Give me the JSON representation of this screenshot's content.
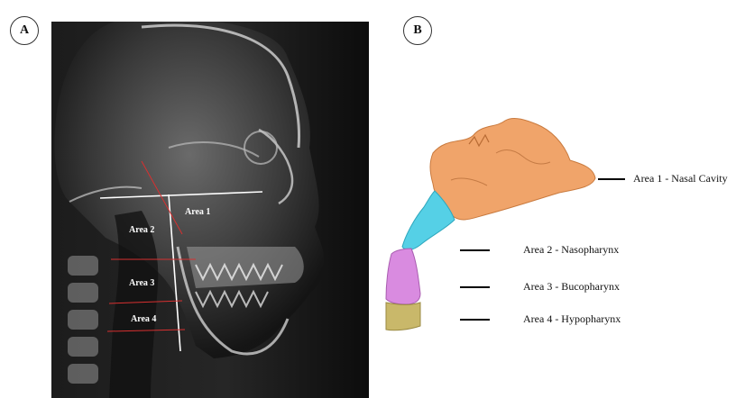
{
  "panels": {
    "a": {
      "label": "A"
    },
    "b": {
      "label": "B"
    }
  },
  "xray": {
    "areas": [
      "Area 1",
      "Area 2",
      "Area 3",
      "Area 4"
    ]
  },
  "legend": [
    {
      "text": "Area 1 - Nasal Cavity",
      "color": "#f0a46a"
    },
    {
      "text": "Area 2 - Nasopharynx",
      "color": "#55d0e6"
    },
    {
      "text": "Area 3 - Bucopharynx",
      "color": "#d98be0"
    },
    {
      "text": "Area 4 - Hypopharynx",
      "color": "#c9b86a"
    }
  ]
}
